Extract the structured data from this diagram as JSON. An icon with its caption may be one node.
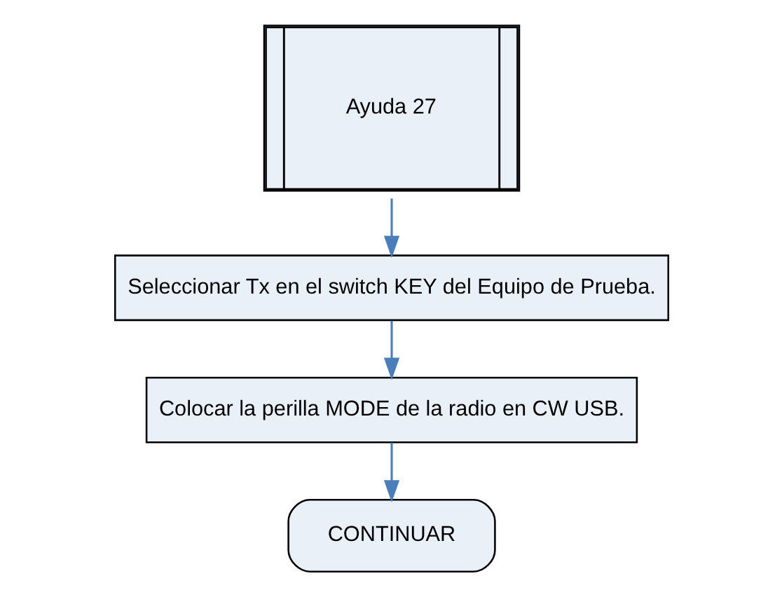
{
  "diagram": {
    "nodes": [
      {
        "text": [
          "Ayuda 27"
        ]
      },
      {
        "text": [
          "Seleccionar Tx en el switch KEY del Equipo de Prueba."
        ]
      },
      {
        "text": [
          "Colocar la perilla MODE de la radio en CW USB."
        ]
      },
      {
        "text": [
          "CONTINUAR"
        ]
      }
    ],
    "edges": [
      {
        "from": 0,
        "to": 1,
        "arrow": "to"
      },
      {
        "from": 1,
        "to": 2,
        "arrow": "to"
      },
      {
        "from": 2,
        "to": 3,
        "arrow": "to"
      }
    ]
  }
}
